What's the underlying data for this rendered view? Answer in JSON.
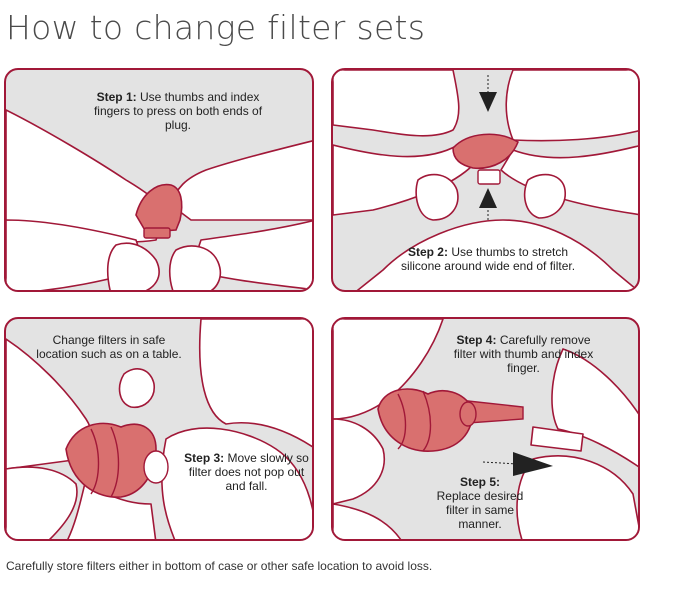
{
  "title": "How to change filter sets",
  "panels": {
    "step1": {
      "step": "Step 1:",
      "text": " Use thumbs and index fingers to press on both ends of plug."
    },
    "step2": {
      "step": "Step 2:",
      "text": " Use thumbs to stretch silicone around wide end of filter."
    },
    "step3_note": "Change filters in safe location such as on a table.",
    "step3": {
      "step": "Step 3:",
      "text": " Move slowly so filter does not pop out and fall."
    },
    "step4": {
      "step": "Step 4:",
      "text": " Carefully remove filter with thumb and index finger."
    },
    "step5": {
      "step": "Step 5:",
      "text": "Replace desired filter in same manner."
    }
  },
  "footer": "Carefully store filters either in bottom of case or other safe location to avoid loss.",
  "colors": {
    "accent": "#a11838",
    "plug": "#d9706f",
    "panel_bg": "#e3e3e3"
  }
}
